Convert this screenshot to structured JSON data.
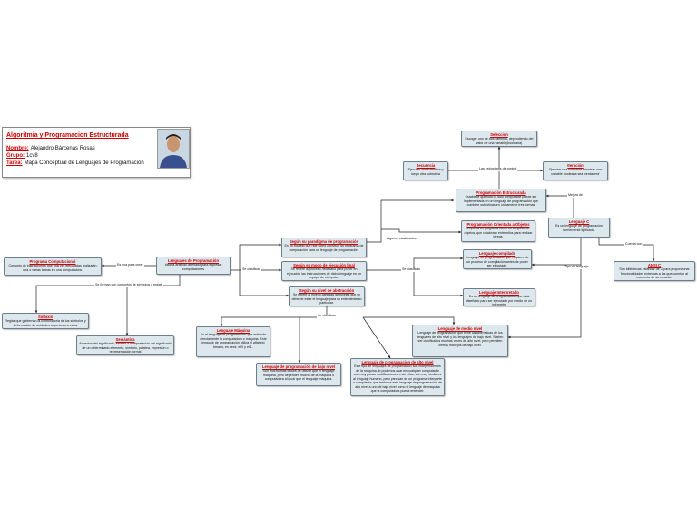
{
  "header": {
    "title": "Algoritmia y Programacion Estructurada",
    "name_label": "Nombre:",
    "name_value": "Alejandro Bárcenas Rosas",
    "group_label": "Grupo:",
    "group_value": "1cv8",
    "task_label": "Tarea:",
    "task_value": "Mapa Conceptual de Lenguajes de Programación"
  },
  "nodes": {
    "seleccion": {
      "title": "Seleccion",
      "desc": "Escoger uno de dos caminos, dependiendo del valor de una variable(booleana)"
    },
    "secuencia": {
      "title": "Secuencia",
      "desc": "Ejecutar una subrutina y luego otra subrutina"
    },
    "iteracion": {
      "title": "Iteración",
      "desc": "Ejecutar una subrutina mientras una variable booleana sea 'verdadera'"
    },
    "prog_estructurada": {
      "title": "Programación Estructurada",
      "desc": "Establece que todo lo sólo computable puede ser implementada en un lenguaje de programación que combine subrutinas en únicamente tres formas"
    },
    "prog_orientada": {
      "title": "Programación Orientada a Objetos",
      "desc": "Expresa un programa como un conjunto de objetos, que colaboran entre ellos para realizar tareas."
    },
    "lenguaje_c": {
      "title": "Lenguaje C",
      "desc": "Es un lenguaje de programación fuertemente tipificado."
    },
    "ansi_c": {
      "title": "ANSI C",
      "desc": "Son bibliotecas estándar de C para proporcionar funcionalidades extremas a las que cuentan al momento de su creación"
    },
    "prog_computacional": {
      "title": "Programa Computacional",
      "desc": "Conjunto de instrucciones que una vez ejecutadas realizarán una o varias tareas en una computadora."
    },
    "lenguajes_prog": {
      "title": "Lenguajes de Programación",
      "desc": "Idioma artificial diseñado para expresar computaciones"
    },
    "segun_paradigma": {
      "title": "Según su paradigma de programación",
      "desc": "Es un modelo que rige como construir un programa de computación para un lenguaje de programación."
    },
    "segun_ejecucion": {
      "title": "Según su modo de ejecución final",
      "desc": "Se refiere al proceso necesario para poner en ejecución las instrucciones de dicho lenguaje en un equipo de cómputo."
    },
    "segun_abstraccion": {
      "title": "Según su nivel de abstracción",
      "desc": "Se refiere al nivel o cantidad de niveles que se debe de estar el lenguaje para su entendimiento particular."
    },
    "compilado": {
      "title": "Lenguaje compilado",
      "desc": "Lenguaje de programación que requiere de un proceso de compilación antes de poder ser ejecutado."
    },
    "interpretado": {
      "title": "Lenguaje Interpretado",
      "desc": "Es un lenguaje de programación que está diseñado para ser ejecutado por medio de un intérprete."
    },
    "sintaxis": {
      "title": "Sintaxis",
      "desc": "Reglas que gobiernan la combinatoria de los símbolos y la formación de unidades superiores a estos"
    },
    "semantica": {
      "title": "Semántica",
      "desc": "Aspectos del significado, sentido o interpretación del significado de un determinado elemento, símbolo, palabra, expresión o representación formal"
    },
    "maquina": {
      "title": "Lenguaje Máquina",
      "desc": "Es el lenguaje de programación que entiende directamente la computadora o máquina. Este lenguaje de programación utiliza el alfabeto binario, es decir, el 0 y el 1."
    },
    "medio_nivel": {
      "title": "Lenguaje de medio nivel",
      "desc": "Lenguaje de programación que tiene características de los lenguajes de alto nivel y los lenguajes de bajo nivel. Suelen ser clasificados muchas veces de alto nivel, pero permiten ciertos manejos de bajo nivel."
    },
    "bajo_nivel": {
      "title": "Lenguaje de programación de bajo nivel",
      "desc": "Son mucho más fáciles de utilizar que el lenguaje máquina, pero dependen mucho de la máquina o computadora al igual que el lenguaje máquina."
    },
    "alto_nivel": {
      "title": "Lenguaje de programación de alto nivel",
      "desc": "Este tipo de lenguajes de programación son independientes de la máquina, lo podemos usar en cualquier computador con muy pocas modificaciones o sin ellas, son muy similares al lenguaje humano, pero precisan de un programa interprete o compilador que traduzca este lenguaje de programación de alto nivel a uno de bajo nivel como el lenguaje de máquina que la computadora pueda entender."
    }
  },
  "edge_labels": {
    "tres_formas": "Las estructuras de control",
    "mejora_de": "Mejora de",
    "algunos_clasificados": "Algunos clasificados",
    "es_uno_para_crear": "Es una para crear",
    "se_clasifican_1": "Se clasifican",
    "se_clasifican_2": "Se clasifican",
    "se_clasifican_3": "Se clasifican",
    "se_forman_con": "Se forman con conjuntos de símbolos y reglas",
    "tipo_lenguaje": "Tipo de lenguaje",
    "cuenta_con": "Cuenta con"
  }
}
